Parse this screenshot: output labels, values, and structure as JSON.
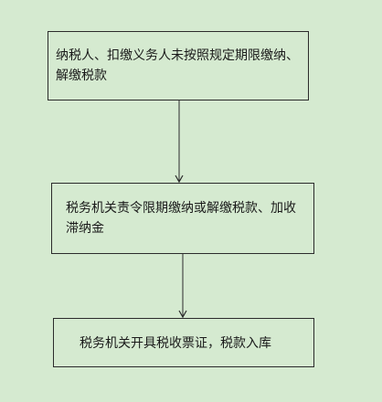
{
  "nodes": [
    {
      "id": "step-1",
      "text": "纳税人、扣缴义务人未按照规定期限缴纳、\n解缴税款"
    },
    {
      "id": "step-2",
      "text": "税务机关责令限期缴纳或解缴税款、加收\n滞纳金"
    },
    {
      "id": "step-3",
      "text": "税务机关开具税收票证，税款入库"
    }
  ],
  "colors": {
    "background": "#d5ead0",
    "box_border": "#2b2b2b",
    "arrow": "#2b2b2b",
    "text": "#1a1a1a"
  }
}
